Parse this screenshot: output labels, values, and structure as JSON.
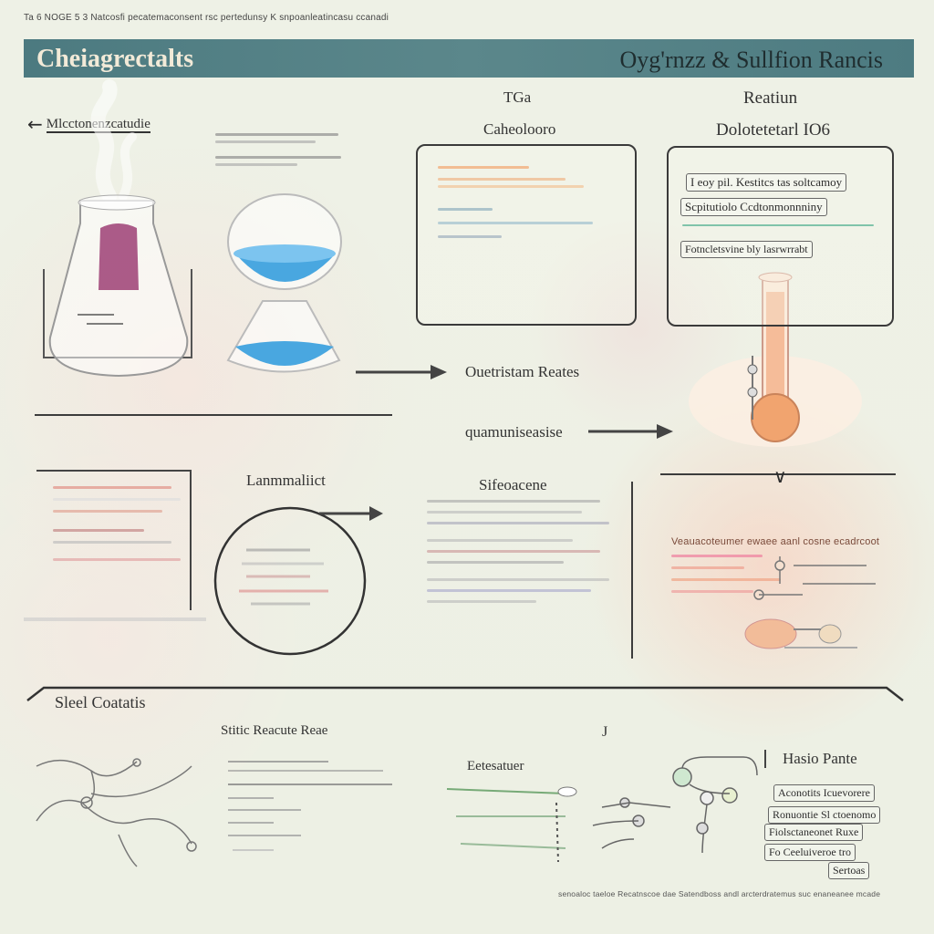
{
  "top_caption": "Ta 6 NOGE 5 3 Natcosfi pecatemaconsent rsc pertedunsy K snpoanleatincasu ccanadi",
  "header": {
    "left_title": "Cheiagrectalts",
    "right_title": "Oyg'rnzz & Sullfion Rancis"
  },
  "section_top": {
    "back_link": "Mlcctonenzcatudie",
    "col1_header": "TGa",
    "col1_sub": "Caheolooro",
    "col2_header": "Reatiun",
    "col2_sub": "Dolotetetarl IO6",
    "reaction_label": "Ouetristam Reates",
    "under_label": "quamuniseasise",
    "pills": [
      "I eoy  pil. Kestitcs tas  soltcamoy",
      "Scpitutiolo  Ccdtonmonnniny",
      "Fotncletsvine bly  lasrwrrabt"
    ]
  },
  "section_middle": {
    "left_label": "Lanmmaliict",
    "mid_label": "Sifeoacene",
    "right_note": "Veauacoteumer ewaee aanl  cosne ecadrcoot"
  },
  "section_bottom": {
    "title": "Sleel Coatatis",
    "sub_label": "Stitic Reacute Reae",
    "mid_label": "Eetesatuer",
    "right_title": "Hasio Pante",
    "right_pills": [
      "Aconotits Icuevorere",
      "Ronuontie  Sl ctoenomo",
      "Fiolsctaneonet  Ruxe",
      "Fo Ceeluiveroe tro",
      "Sertoas"
    ],
    "footnote": "senoaloc taeloe Recatnscoe dae  Satendboss andl arcterdratemus suc enaneanee mcade"
  },
  "colors": {
    "header": "#4f7d83",
    "accent_blue": "#3fa2e0",
    "accent_orange": "#f0a070",
    "accent_purple": "#8a3a6a"
  }
}
